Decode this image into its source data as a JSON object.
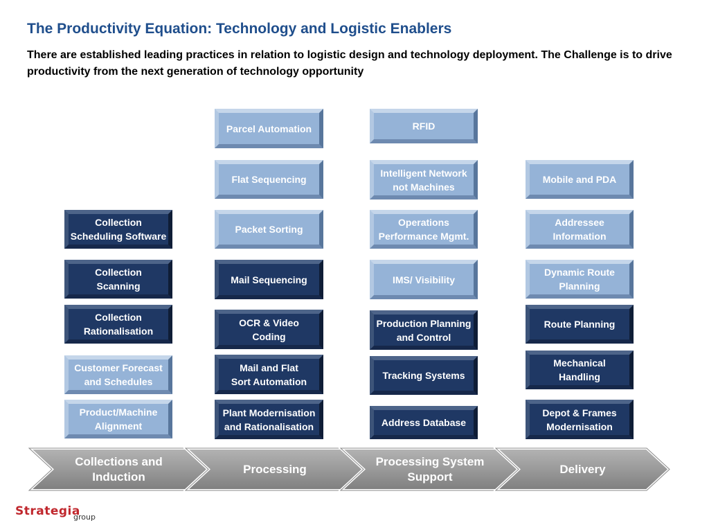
{
  "title": "The Productivity Equation:  Technology and Logistic Enablers",
  "subtitle": "There  are established leading practices in relation to logistic design and technology deployment.  The Challenge is to drive productivity from the next generation of technology opportunity",
  "columns": [
    {
      "items": [
        {
          "lines": [
            "Collection",
            "Scheduling Software"
          ],
          "style": "dark"
        },
        {
          "lines": [
            "Collection",
            "Scanning"
          ],
          "style": "dark"
        },
        {
          "lines": [
            "Collection",
            "Rationalisation"
          ],
          "style": "dark"
        },
        {
          "lines": [
            "Customer Forecast",
            "and Schedules"
          ],
          "style": "light"
        },
        {
          "lines": [
            "Product/Machine",
            "Alignment"
          ],
          "style": "light"
        }
      ]
    },
    {
      "items": [
        {
          "lines": [
            "Parcel  Automation"
          ],
          "style": "light"
        },
        {
          "lines": [
            "Flat  Sequencing"
          ],
          "style": "light"
        },
        {
          "lines": [
            "Packet Sorting"
          ],
          "style": "light"
        },
        {
          "lines": [
            "Mail Sequencing"
          ],
          "style": "dark"
        },
        {
          "lines": [
            "OCR & Video",
            "Coding"
          ],
          "style": "dark"
        },
        {
          "lines": [
            "Mail and Flat",
            "Sort Automation"
          ],
          "style": "dark"
        },
        {
          "lines": [
            "Plant Modernisation",
            "and Rationalisation"
          ],
          "style": "dark"
        }
      ]
    },
    {
      "items": [
        {
          "lines": [
            "RFID"
          ],
          "style": "light"
        },
        {
          "lines": [
            "Intelligent  Network",
            "not Machines"
          ],
          "style": "light"
        },
        {
          "lines": [
            "Operations",
            "Performance Mgmt."
          ],
          "style": "light"
        },
        {
          "lines": [
            "IMS/ Visibility"
          ],
          "style": "light"
        },
        {
          "lines": [
            "Production Planning",
            "and Control"
          ],
          "style": "dark"
        },
        {
          "lines": [
            "Tracking Systems"
          ],
          "style": "dark"
        },
        {
          "lines": [
            "Address Database"
          ],
          "style": "dark"
        }
      ]
    },
    {
      "items": [
        {
          "lines": [
            "Mobile and PDA"
          ],
          "style": "light"
        },
        {
          "lines": [
            "Addressee",
            "Information"
          ],
          "style": "light"
        },
        {
          "lines": [
            "Dynamic Route",
            "Planning"
          ],
          "style": "light"
        },
        {
          "lines": [
            "Route Planning"
          ],
          "style": "dark"
        },
        {
          "lines": [
            "Mechanical",
            "Handling"
          ],
          "style": "dark"
        },
        {
          "lines": [
            "Depot & Frames",
            "Modernisation"
          ],
          "style": "dark"
        }
      ]
    }
  ],
  "process_steps": [
    {
      "lines": [
        "Collections and",
        "Induction"
      ]
    },
    {
      "lines": [
        "Processing"
      ]
    },
    {
      "lines": [
        "Processing System",
        "Support"
      ]
    },
    {
      "lines": [
        "Delivery"
      ]
    }
  ],
  "logo": {
    "main": "Strategia",
    "sub": "group"
  },
  "colors": {
    "light": "#95b3d7",
    "dark": "#1f3864",
    "chevron": "#9a9a9a",
    "title": "#1f4e8c"
  }
}
